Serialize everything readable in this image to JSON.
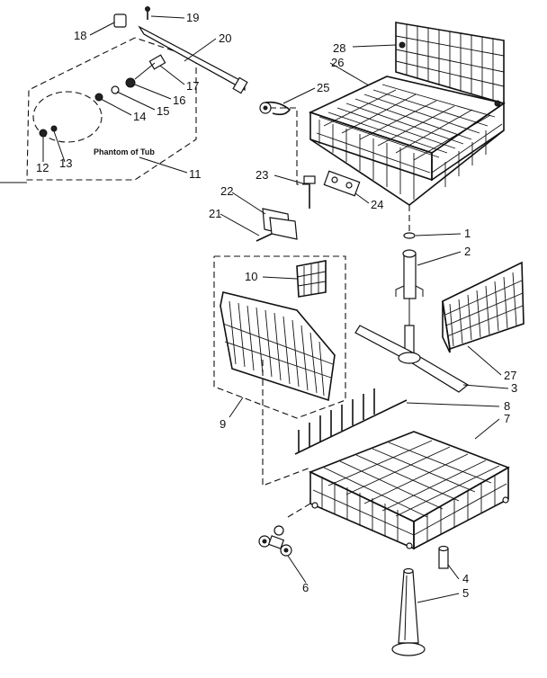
{
  "note": "Phantom of Tub",
  "callouts": [
    "1",
    "2",
    "3",
    "4",
    "5",
    "6",
    "7",
    "8",
    "9",
    "10",
    "11",
    "12",
    "13",
    "14",
    "15",
    "16",
    "17",
    "18",
    "19",
    "20",
    "21",
    "22",
    "23",
    "24",
    "25",
    "26",
    "27",
    "28"
  ]
}
